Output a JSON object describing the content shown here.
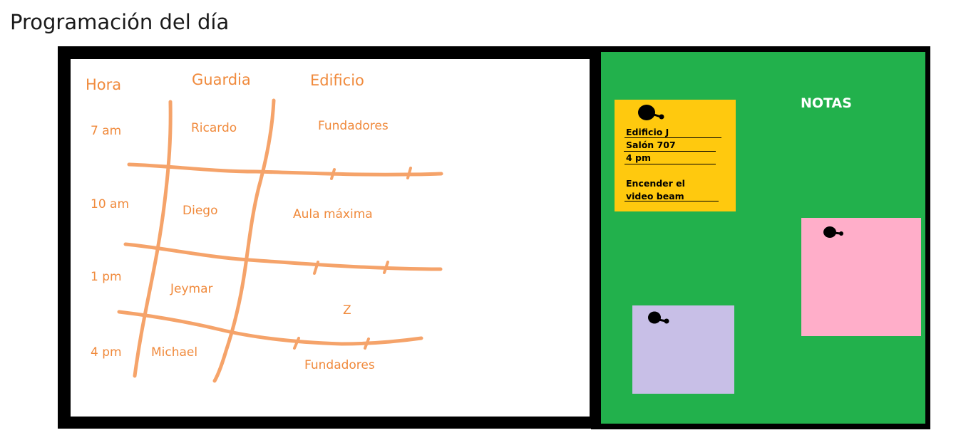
{
  "page_title": "Programación del día",
  "schedule": {
    "headers": {
      "hora": "Hora",
      "guardia": "Guardia",
      "edificio": "Edificio"
    },
    "rows": [
      {
        "time": "7 am",
        "guard": "Ricardo",
        "building": "Fundadores"
      },
      {
        "time": "10 am",
        "guard": "Diego",
        "building": "Aula máxima"
      },
      {
        "time": "1 pm",
        "guard": "Jeymar",
        "building": "Z"
      },
      {
        "time": "4 pm",
        "guard": "Michael",
        "building": "Fundadores"
      }
    ],
    "ink_color": "#f08a3c"
  },
  "notes_board": {
    "title": "NOTAS",
    "background": "#22b14c",
    "notes": [
      {
        "color": "#ffc90e",
        "lines": [
          "Edificio J",
          "Salón 707",
          "4 pm",
          "Encender el",
          "video beam"
        ]
      },
      {
        "color": "#ffaec9",
        "lines": []
      },
      {
        "color": "#c8bfe7",
        "lines": []
      }
    ],
    "pin_icon": "pushpin-icon"
  }
}
